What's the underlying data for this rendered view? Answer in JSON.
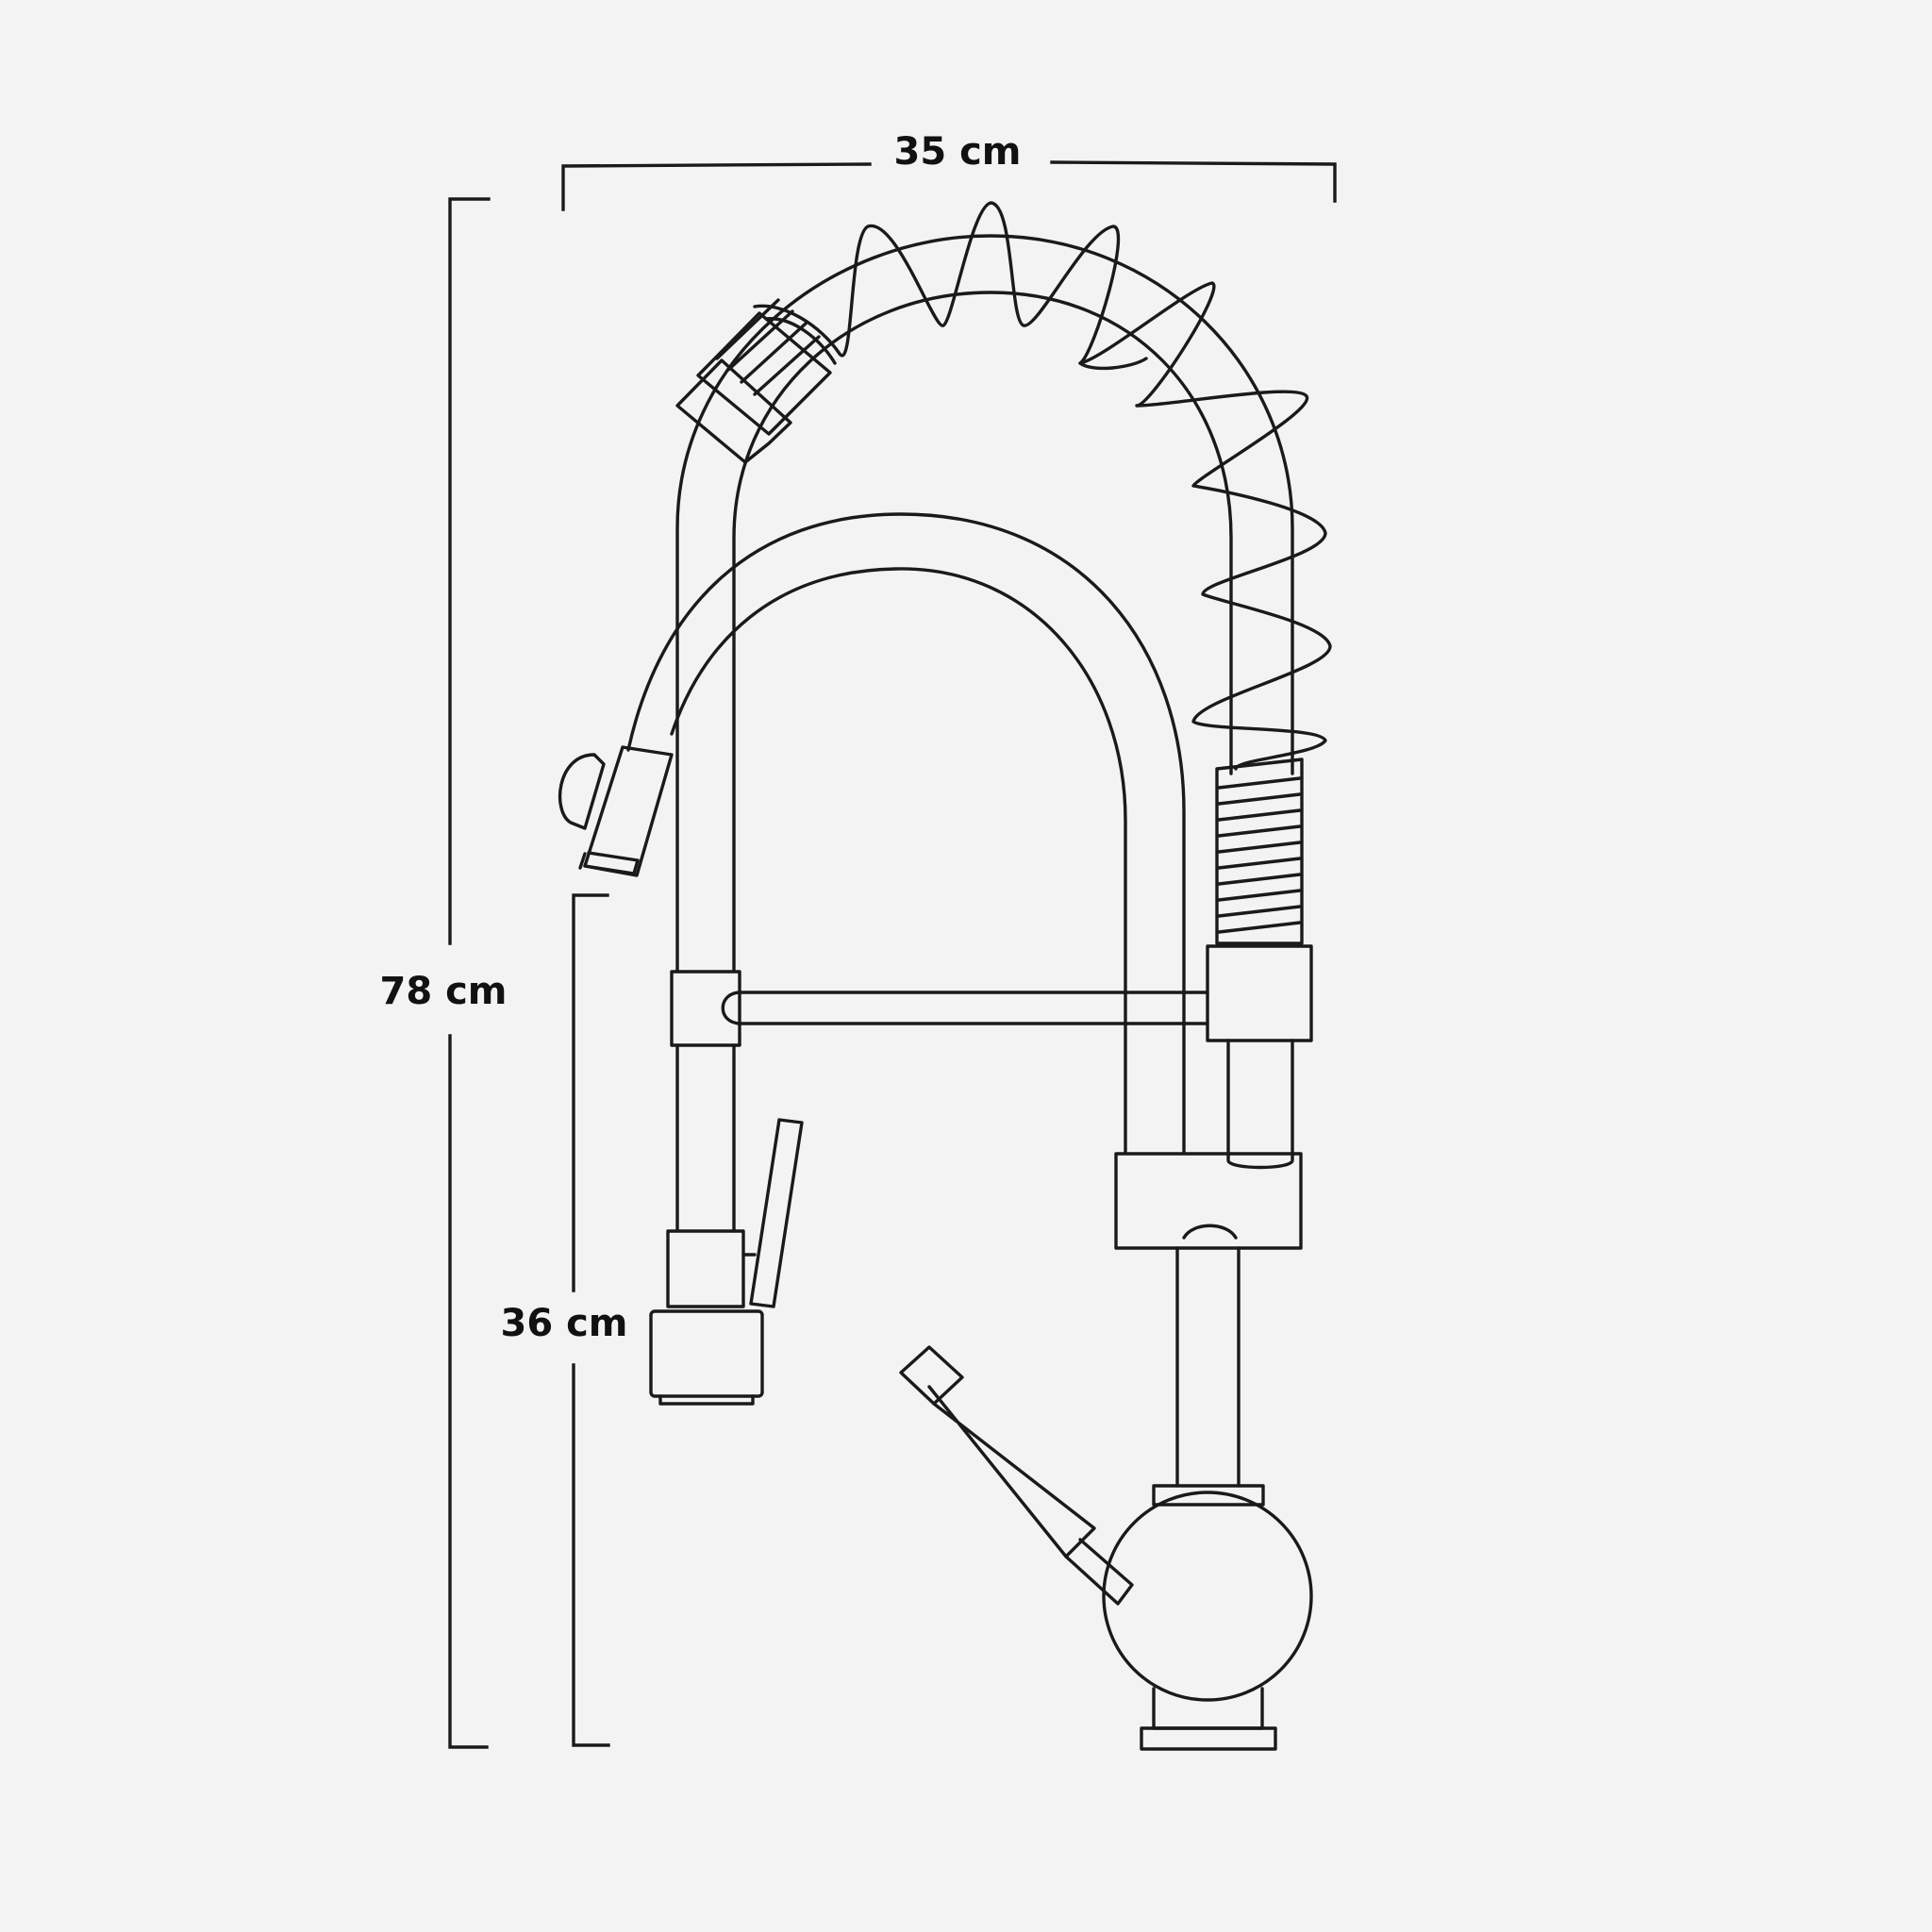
{
  "dimensions": {
    "width_label": "35 cm",
    "total_height_label": "78 cm",
    "spout_height_label": "36 cm"
  },
  "colors": {
    "background": "#f3f3f3",
    "line": "#1a1a1a"
  }
}
